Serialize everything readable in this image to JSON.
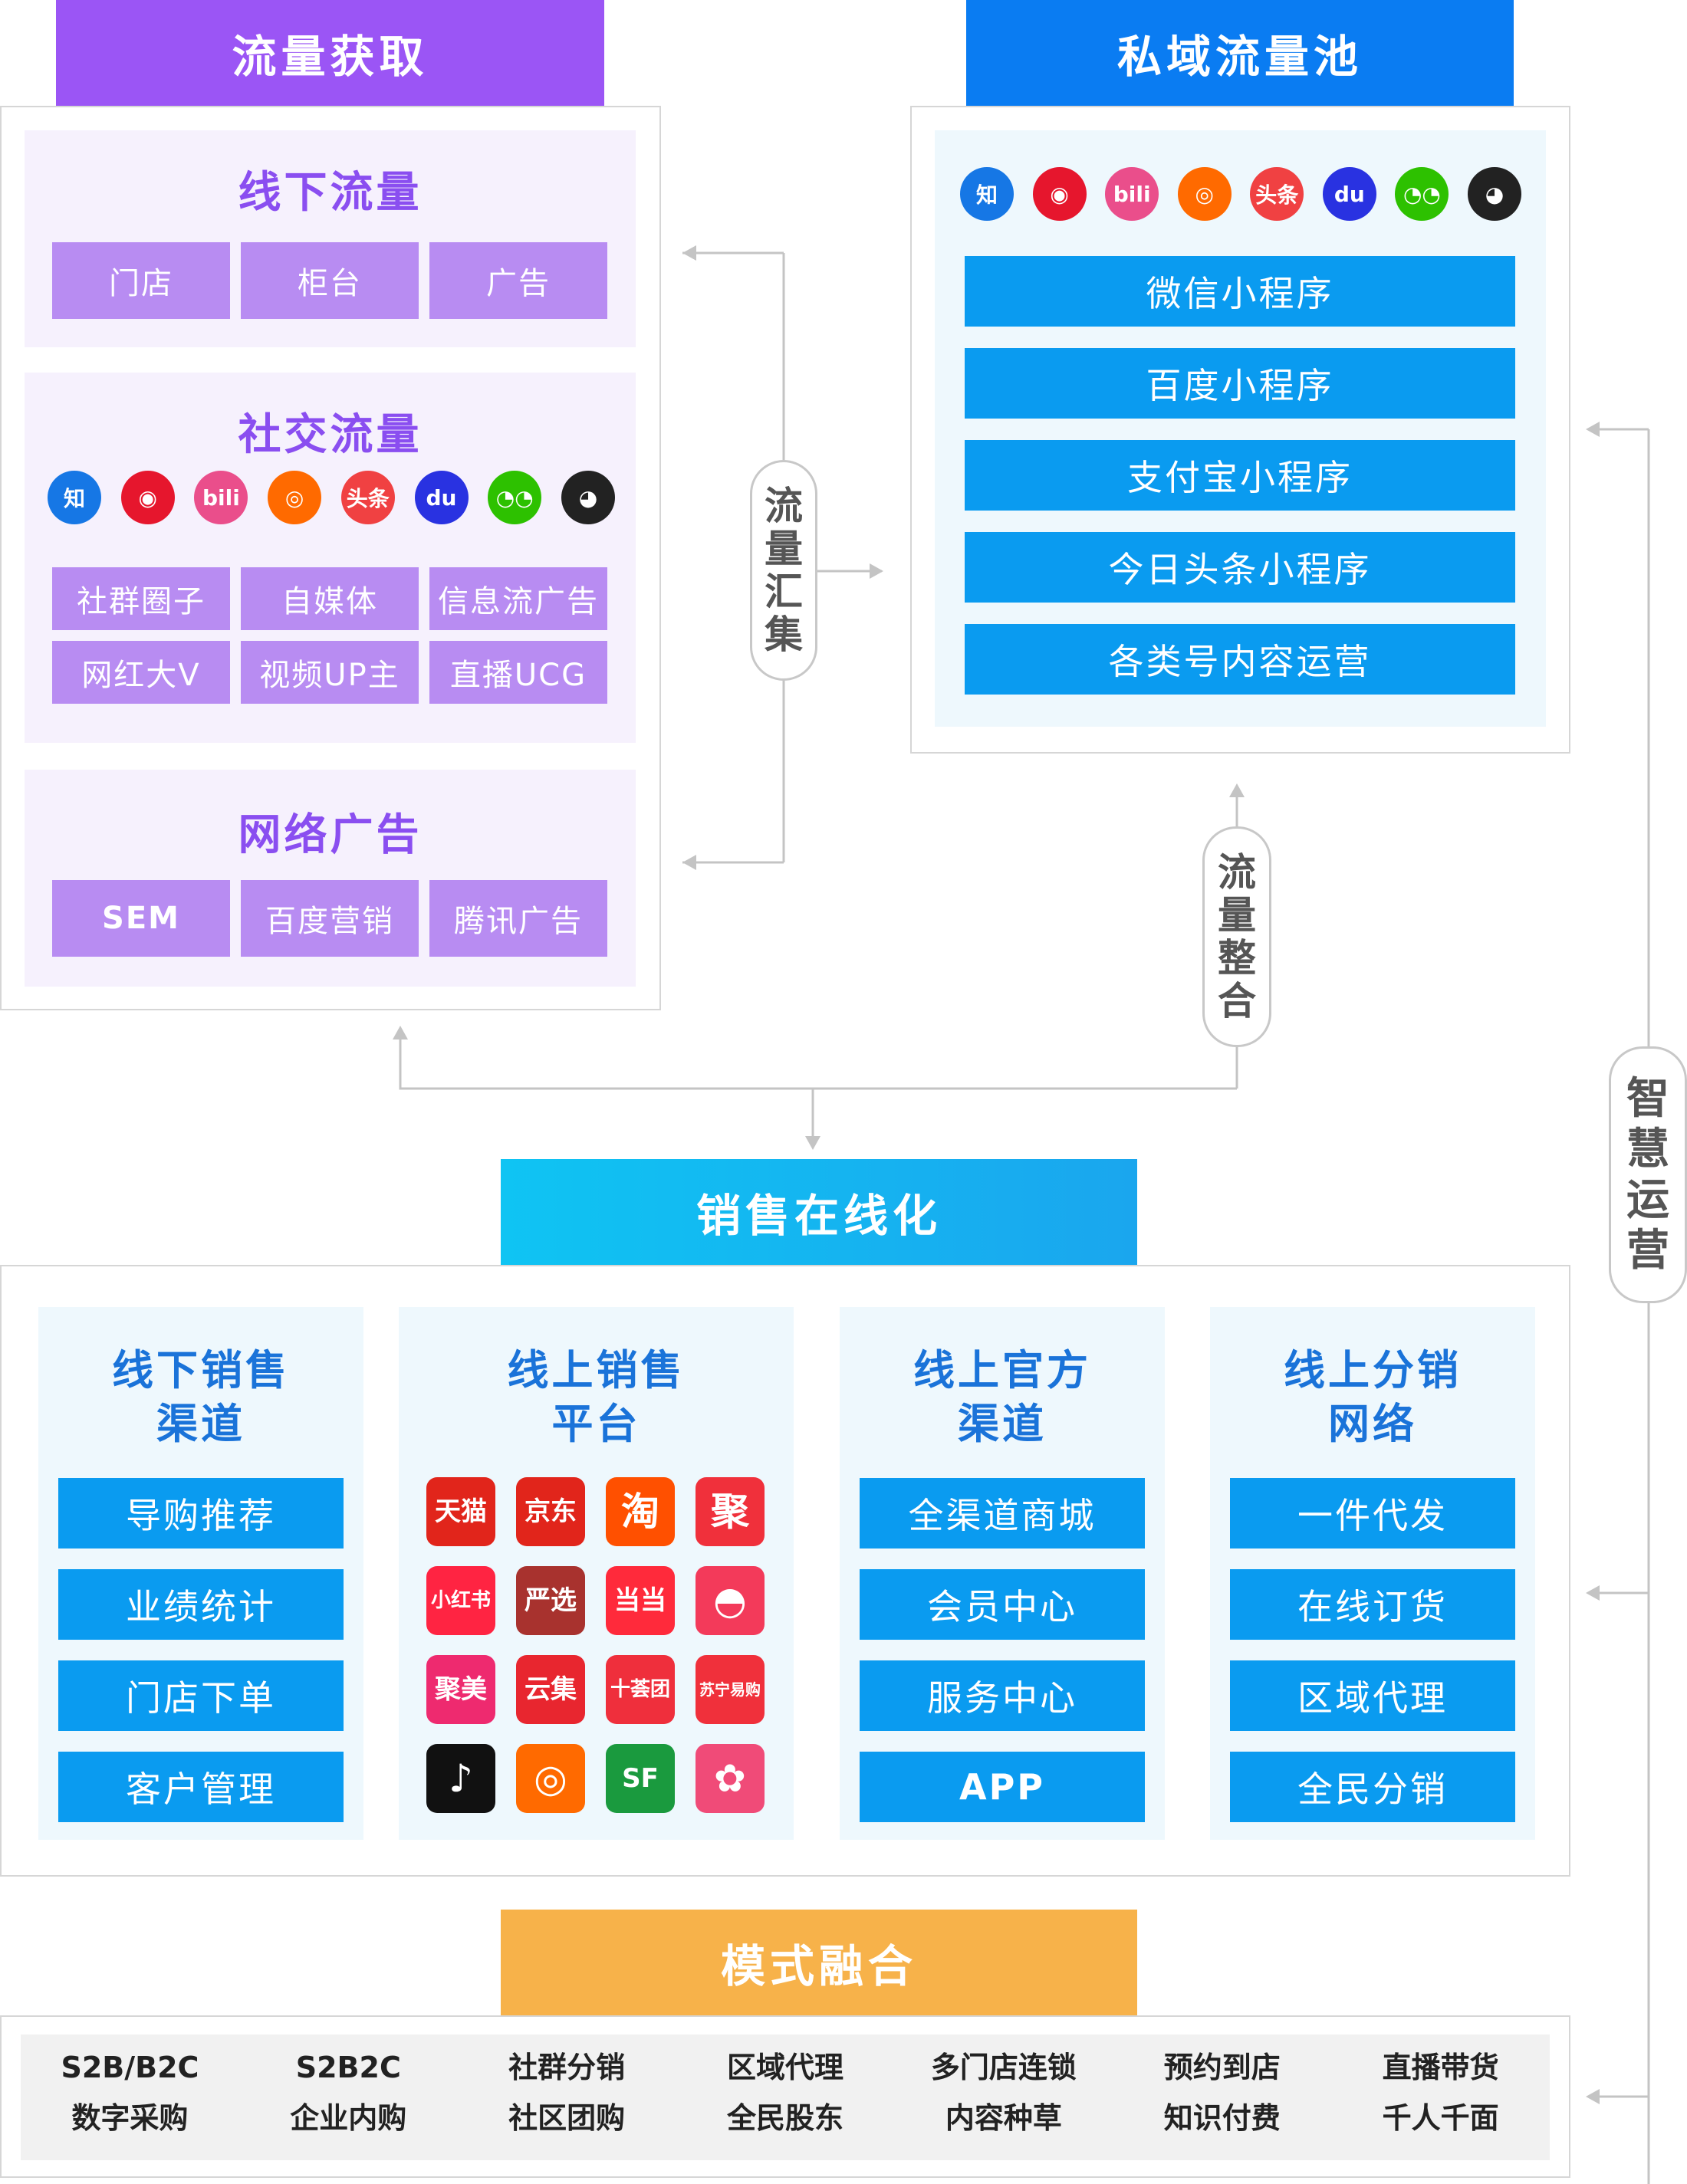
{
  "acquisition": {
    "title": "流量获取",
    "offline": {
      "title": "线下流量",
      "items": [
        "门店",
        "柜台",
        "广告"
      ]
    },
    "social": {
      "title": "社交流量",
      "icons": [
        {
          "name": "zhihu-icon",
          "glyph": "知",
          "color": "#1677e5"
        },
        {
          "name": "weibo-icon",
          "glyph": "◉",
          "color": "#e6162d"
        },
        {
          "name": "bilibili-icon",
          "glyph": "bili",
          "color": "#ea4e8b"
        },
        {
          "name": "kuaishou-icon",
          "glyph": "◎",
          "color": "#ff6a00"
        },
        {
          "name": "toutiao-icon",
          "glyph": "头条",
          "color": "#f04142"
        },
        {
          "name": "baidu-icon",
          "glyph": "du",
          "color": "#2932e1"
        },
        {
          "name": "wechat-icon",
          "glyph": "◔◔",
          "color": "#2dc100"
        },
        {
          "name": "qq-icon",
          "glyph": "◕",
          "color": "#222222"
        }
      ],
      "items": [
        "社群圈子",
        "自媒体",
        "信息流广告",
        "网红大V",
        "视频UP主",
        "直播UCG"
      ]
    },
    "ads": {
      "title": "网络广告",
      "items": [
        "SEM",
        "百度营销",
        "腾讯广告"
      ]
    }
  },
  "private_pool": {
    "title": "私域流量池",
    "icons": [
      {
        "name": "zhihu-icon",
        "glyph": "知",
        "color": "#1677e5"
      },
      {
        "name": "weibo-icon",
        "glyph": "◉",
        "color": "#e6162d"
      },
      {
        "name": "bilibili-icon",
        "glyph": "bili",
        "color": "#ea4e8b"
      },
      {
        "name": "kuaishou-icon",
        "glyph": "◎",
        "color": "#ff6a00"
      },
      {
        "name": "toutiao-icon",
        "glyph": "头条",
        "color": "#f04142"
      },
      {
        "name": "baidu-icon",
        "glyph": "du",
        "color": "#2932e1"
      },
      {
        "name": "wechat-icon",
        "glyph": "◔◔",
        "color": "#2dc100"
      },
      {
        "name": "qq-icon",
        "glyph": "◕",
        "color": "#222222"
      }
    ],
    "items": [
      "微信小程序",
      "百度小程序",
      "支付宝小程序",
      "今日头条小程序",
      "各类号内容运营"
    ]
  },
  "labels": {
    "converge": [
      "流",
      "量",
      "汇",
      "集"
    ],
    "integrate": [
      "流",
      "量",
      "整",
      "合"
    ],
    "smart_ops": [
      "智",
      "慧",
      "运",
      "营"
    ]
  },
  "sales": {
    "title": "销售在线化",
    "offline": {
      "title_lines": [
        "线下销售",
        "渠道"
      ],
      "items": [
        "导购推荐",
        "业绩统计",
        "门店下单",
        "客户管理"
      ]
    },
    "online_platform": {
      "title_lines": [
        "线上销售",
        "平台"
      ],
      "apps": [
        {
          "name": "tmall-icon",
          "glyph": "天猫",
          "color": "#e1251b"
        },
        {
          "name": "jd-icon",
          "glyph": "京东",
          "color": "#e1251b"
        },
        {
          "name": "taobao-icon",
          "glyph": "淘",
          "color": "#ff5000"
        },
        {
          "name": "juhuasuan-icon",
          "glyph": "聚",
          "color": "#f0303b"
        },
        {
          "name": "xiaohongshu-icon",
          "glyph": "小红书",
          "color": "#ff2442"
        },
        {
          "name": "yanxuan-icon",
          "glyph": "严选",
          "color": "#a8322e"
        },
        {
          "name": "dangdang-icon",
          "glyph": "当当",
          "color": "#ff2a3b"
        },
        {
          "name": "pinduoduo-icon",
          "glyph": "◓",
          "color": "#f33a5a"
        },
        {
          "name": "jumei-icon",
          "glyph": "聚美",
          "color": "#ee2a6f"
        },
        {
          "name": "yunji-icon",
          "glyph": "云集",
          "color": "#e8262f"
        },
        {
          "name": "shiguotuan-icon",
          "glyph": "十荟团",
          "color": "#ef2f3c"
        },
        {
          "name": "suning-icon",
          "glyph": "苏宁易购",
          "color": "#f0303b"
        },
        {
          "name": "douyin-icon",
          "glyph": "♪",
          "color": "#111111"
        },
        {
          "name": "kuaishou-icon",
          "glyph": "◎",
          "color": "#ff6a00"
        },
        {
          "name": "sf-icon",
          "glyph": "SF",
          "color": "#1a9a3e"
        },
        {
          "name": "meitu-icon",
          "glyph": "✿",
          "color": "#f04b78"
        }
      ]
    },
    "official": {
      "title_lines": [
        "线上官方",
        "渠道"
      ],
      "items": [
        "全渠道商城",
        "会员中心",
        "服务中心",
        "APP"
      ]
    },
    "distribution": {
      "title_lines": [
        "线上分销",
        "网络"
      ],
      "items": [
        "一件代发",
        "在线订货",
        "区域代理",
        "全民分销"
      ]
    }
  },
  "modes": {
    "title": "模式融合",
    "cells": [
      [
        "S2B/B2C",
        "数字采购"
      ],
      [
        "S2B2C",
        "企业内购"
      ],
      [
        "社群分销",
        "社区团购"
      ],
      [
        "区域代理",
        "全民股东"
      ],
      [
        "多门店连锁",
        "内容种草"
      ],
      [
        "预约到店",
        "知识付费"
      ],
      [
        "直播带货",
        "千人千面"
      ]
    ]
  },
  "colors": {
    "purple_header": "#9b55f5",
    "blue_header": "#0a7cf2",
    "cyan_header": "#12b3f0",
    "orange_header": "#f7b24a"
  }
}
